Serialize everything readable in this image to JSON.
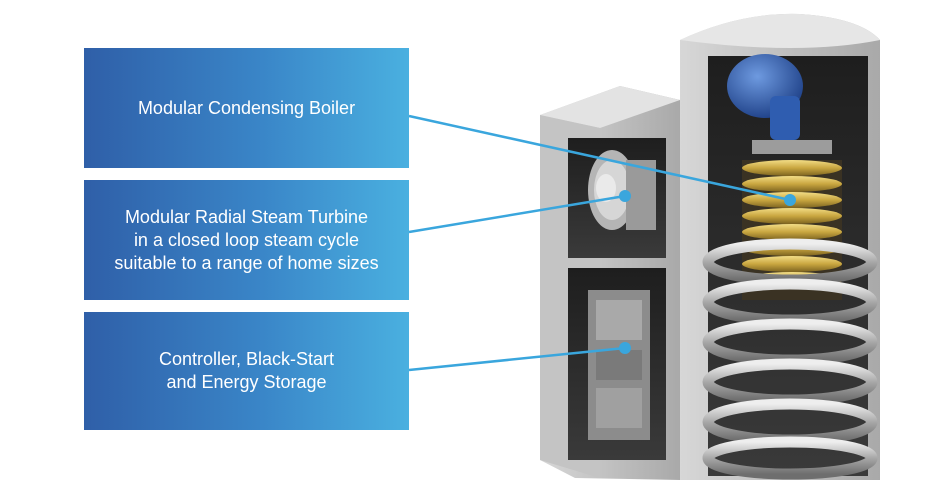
{
  "callouts": [
    {
      "lines": [
        "Modular Condensing Boiler"
      ]
    },
    {
      "lines": [
        "Modular Radial Steam Turbine",
        "in a closed loop steam cycle",
        "suitable to a range of home sizes"
      ]
    },
    {
      "lines": [
        "Controller, Black-Start",
        "and Energy Storage"
      ]
    }
  ],
  "colors": {
    "callout_start": "#2f5fa8",
    "callout_end": "#4ab0e0",
    "leader_line": "#3aa6dd",
    "cabinet": "#b9b9b9",
    "coil_gold": "#c9a640",
    "pipe_silver": "#b3b3b3",
    "burner_blue": "#2f5db0"
  }
}
